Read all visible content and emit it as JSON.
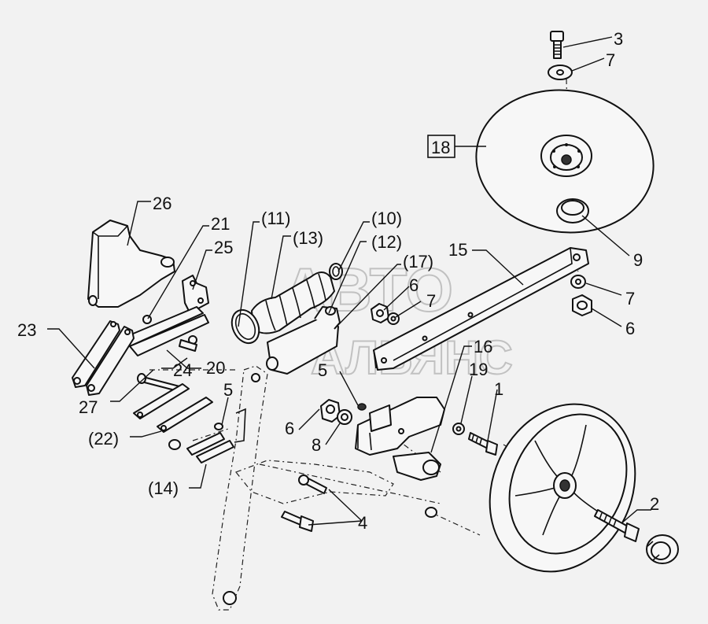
{
  "watermark": {
    "line1": "АВТО",
    "line2": "АЛЬЯНС"
  },
  "callouts": [
    {
      "id": "c3",
      "text": "3"
    },
    {
      "id": "c7a",
      "text": "7"
    },
    {
      "id": "c18",
      "text": "18"
    },
    {
      "id": "c9",
      "text": "9"
    },
    {
      "id": "c26",
      "text": "26"
    },
    {
      "id": "c11",
      "text": "(11)"
    },
    {
      "id": "c10",
      "text": "(10)"
    },
    {
      "id": "c13",
      "text": "(13)"
    },
    {
      "id": "c12",
      "text": "(12)"
    },
    {
      "id": "c21",
      "text": "21"
    },
    {
      "id": "c25",
      "text": "25"
    },
    {
      "id": "c15",
      "text": "15"
    },
    {
      "id": "c17",
      "text": "(17)"
    },
    {
      "id": "c6a",
      "text": "6"
    },
    {
      "id": "c7b",
      "text": "7"
    },
    {
      "id": "c7c",
      "text": "7"
    },
    {
      "id": "c6b",
      "text": "6"
    },
    {
      "id": "c23",
      "text": "23"
    },
    {
      "id": "c24",
      "text": "24"
    },
    {
      "id": "c20",
      "text": "20"
    },
    {
      "id": "c16",
      "text": "16"
    },
    {
      "id": "c5a",
      "text": "5"
    },
    {
      "id": "c19",
      "text": "19"
    },
    {
      "id": "c1",
      "text": "1"
    },
    {
      "id": "c27",
      "text": "27"
    },
    {
      "id": "c5b",
      "text": "5"
    },
    {
      "id": "c22",
      "text": "(22)"
    },
    {
      "id": "c6c",
      "text": "6"
    },
    {
      "id": "c8",
      "text": "8"
    },
    {
      "id": "c14",
      "text": "(14)"
    },
    {
      "id": "c4",
      "text": "4"
    },
    {
      "id": "c2",
      "text": "2"
    }
  ]
}
